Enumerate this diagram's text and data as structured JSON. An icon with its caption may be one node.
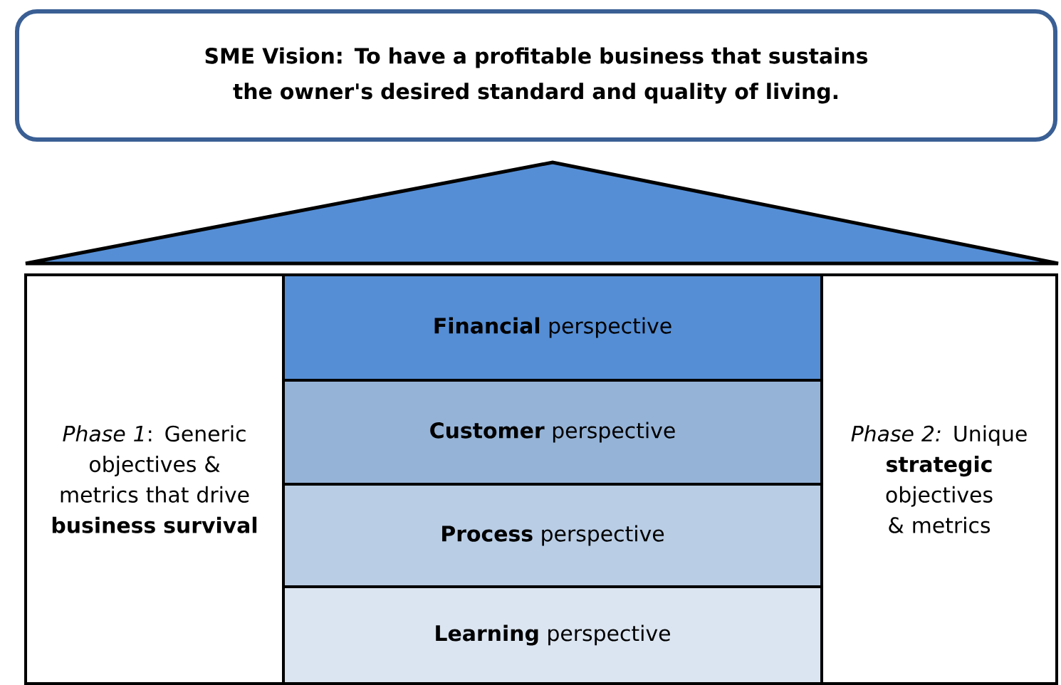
{
  "diagram": {
    "nodes": [
      {
        "text": [
          "SME Vision: To have a profitable business that sustains the owner's desired standard and quality of living."
        ]
      },
      {
        "text": [
          "*Phase 1*: Generic objectives & metrics that drive **business survival**"
        ]
      },
      {
        "text": [
          "**Financial** perspective"
        ]
      },
      {
        "text": [
          "**Customer** perspective"
        ]
      },
      {
        "text": [
          "**Process** perspective"
        ]
      },
      {
        "text": [
          "**Learning** perspective"
        ]
      },
      {
        "text": [
          "*Phase 2:* Unique **strategic** objectives & metrics"
        ]
      }
    ]
  }
}
